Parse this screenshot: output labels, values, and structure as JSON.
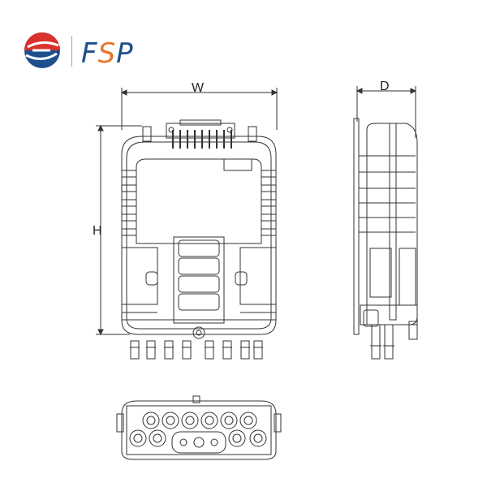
{
  "brand": {
    "logo_text": "FSP",
    "colors": {
      "red": "#d9322a",
      "blue": "#1f4e8c",
      "orange": "#e8772e"
    }
  },
  "dimensions": {
    "width_label": "W",
    "depth_label": "D",
    "height_label": "H"
  },
  "views": [
    "front-view",
    "side-view",
    "bottom-view"
  ],
  "line_color": "#333333"
}
